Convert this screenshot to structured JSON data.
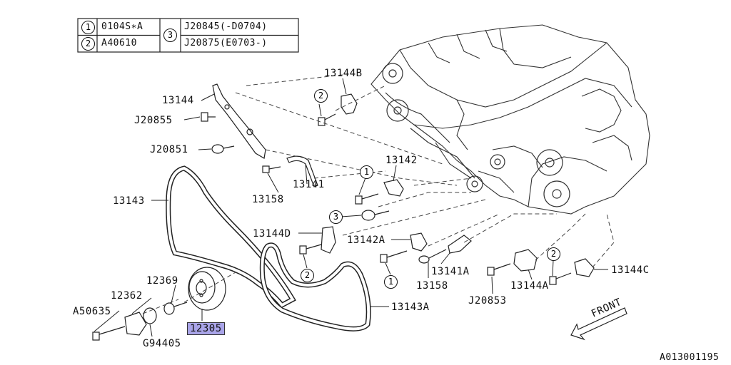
{
  "legend": {
    "rows": [
      {
        "num": "1",
        "text": "0104S∗A"
      },
      {
        "num": "2",
        "text": "A40610"
      }
    ],
    "group_num": "3",
    "group_items": [
      "J20845(-D0704)",
      "J20875(E0703-)"
    ]
  },
  "labels": {
    "p13144": "13144",
    "pJ20855": "J20855",
    "pJ20851": "J20851",
    "p13158a": "13158",
    "p13141": "13141",
    "p13143": "13143",
    "p13144B": "13144B",
    "p13142": "13142",
    "p13144D": "13144D",
    "p13142A": "13142A",
    "p13141A": "13141A",
    "p13158b": "13158",
    "pJ20853": "J20853",
    "p13144A": "13144A",
    "p13144C": "13144C",
    "p12369": "12369",
    "p12362": "12362",
    "pA50635": "A50635",
    "p12305": "12305",
    "pG94405": "G94405",
    "p13143A": "13143A",
    "front": "FRONT",
    "ref": "A013001195"
  },
  "callouts": {
    "c2a": "2",
    "c1a": "1",
    "c3a": "3",
    "c2b": "2",
    "c1b": "1",
    "c2c": "2"
  }
}
